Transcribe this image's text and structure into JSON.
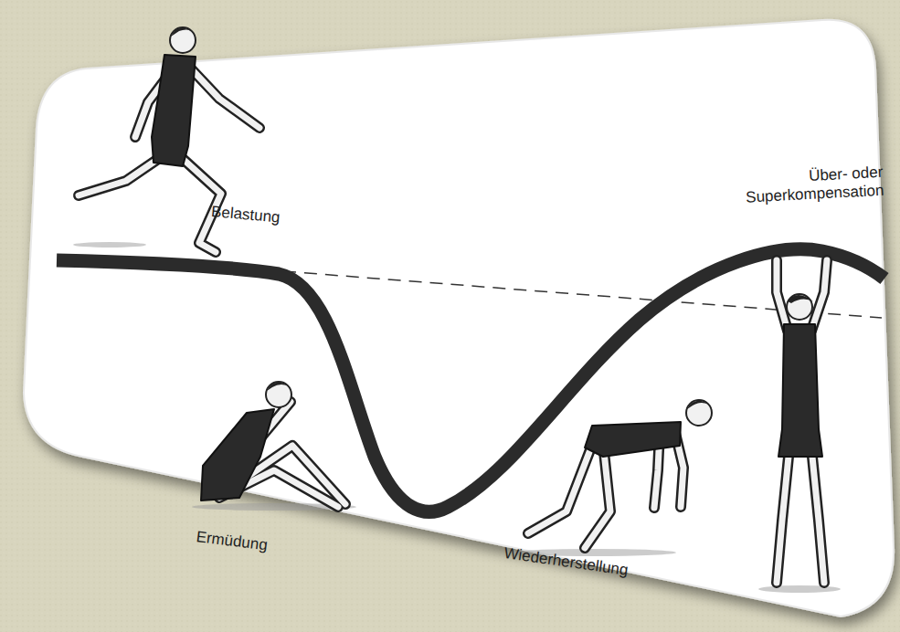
{
  "diagram": {
    "labels": [
      "Belastung",
      "Ermüdung",
      "Wiederherstellung",
      "Über- oder Superkompensation"
    ]
  }
}
